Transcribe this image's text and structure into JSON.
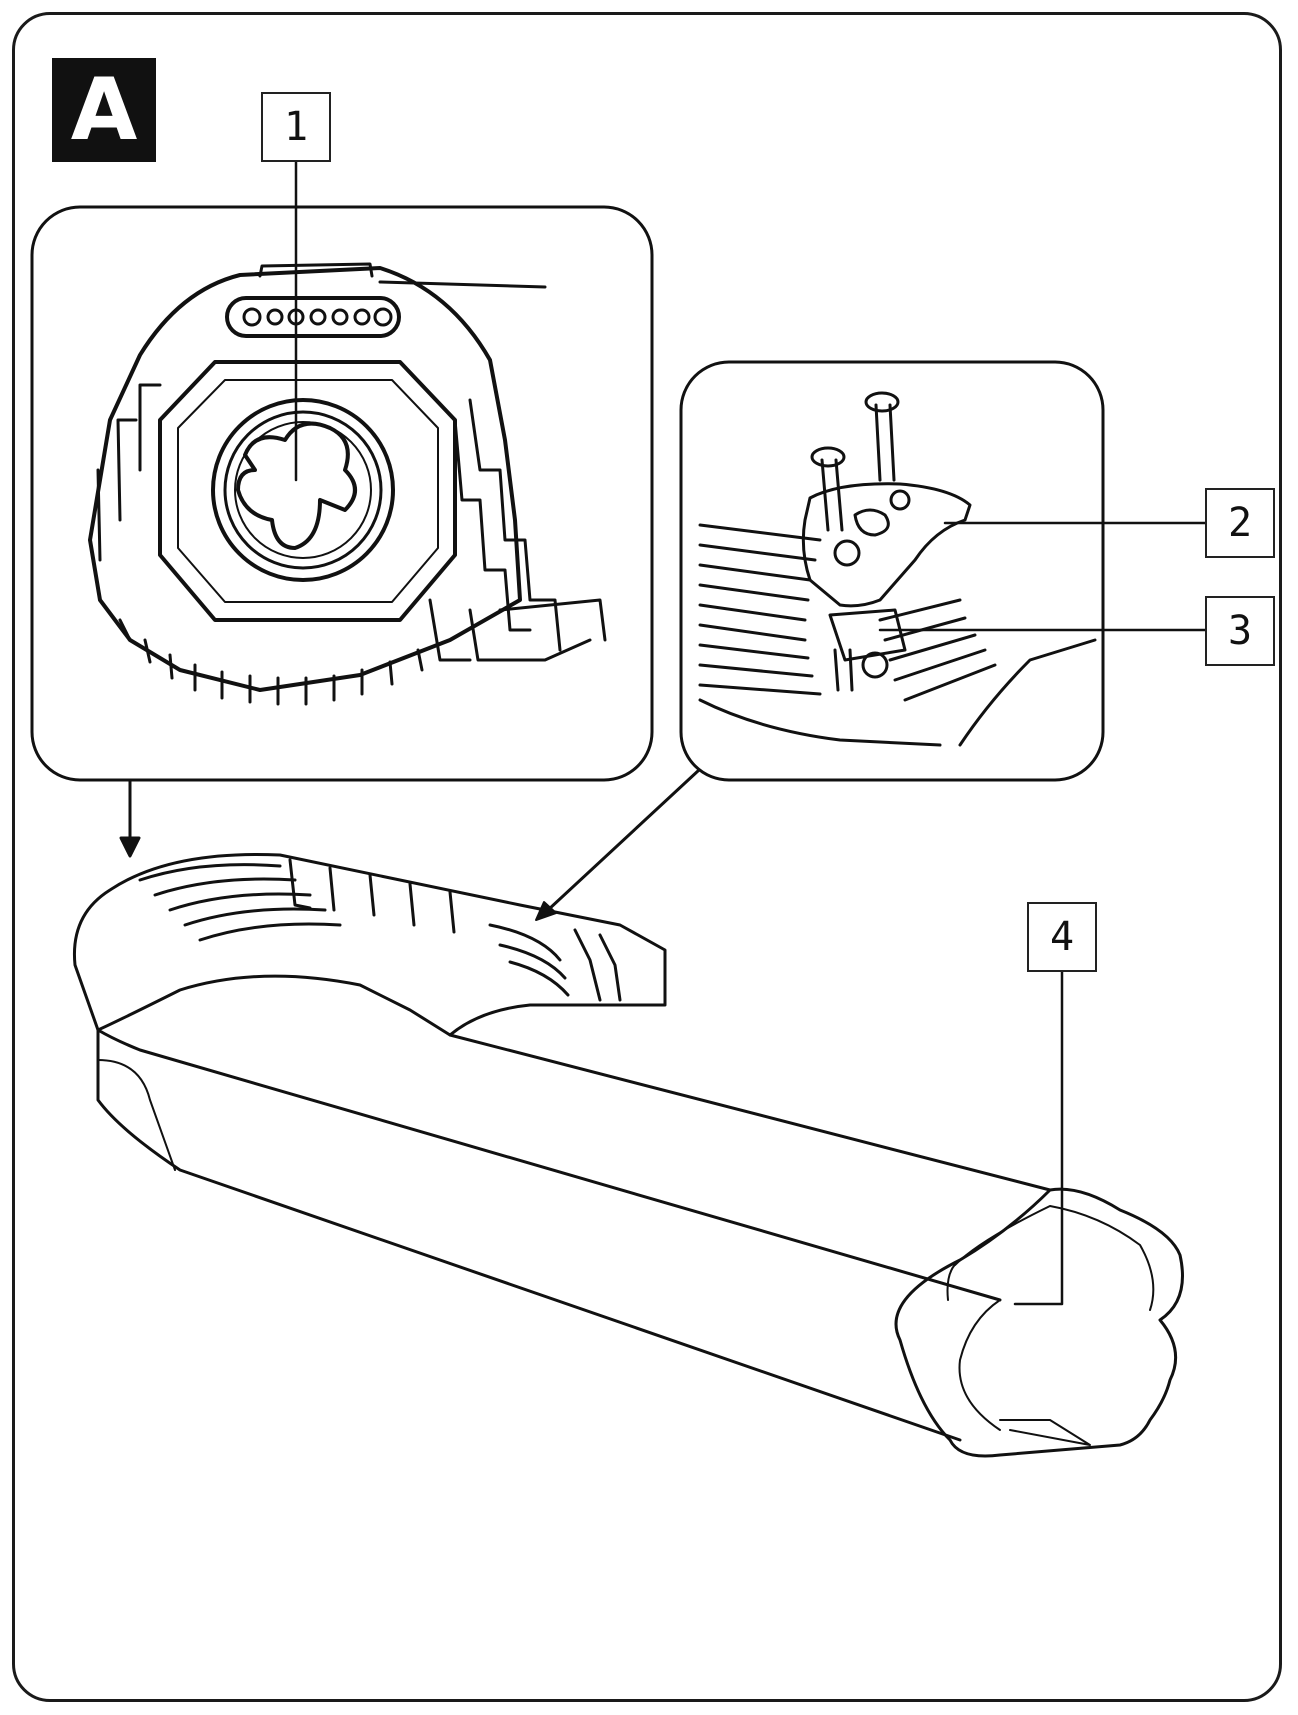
{
  "figure": {
    "label": "A"
  },
  "callouts": [
    {
      "id": "1",
      "label": "1"
    },
    {
      "id": "2",
      "label": "2"
    },
    {
      "id": "3",
      "label": "3"
    },
    {
      "id": "4",
      "label": "4"
    }
  ],
  "colors": {
    "ink": "#111111",
    "background": "#ffffff"
  }
}
